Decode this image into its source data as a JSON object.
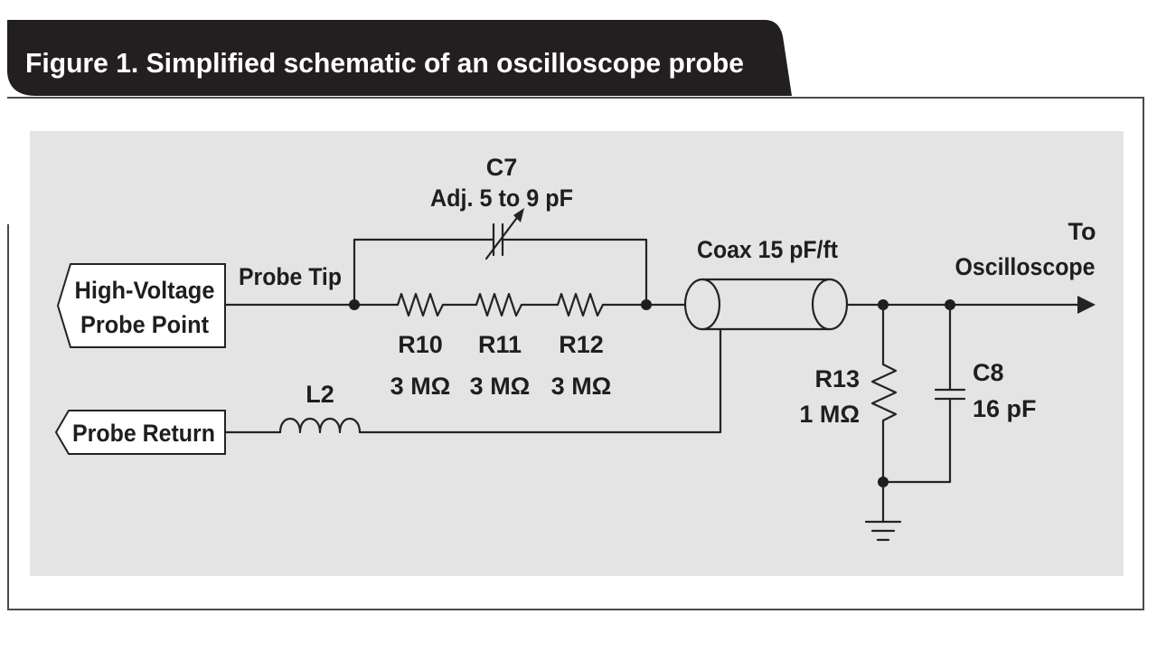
{
  "figure": {
    "title": "Figure 1. Simplified schematic of an oscilloscope probe"
  },
  "schematic": {
    "inputs": {
      "hv_line1": "High-Voltage",
      "hv_line2": "Probe Point",
      "return": "Probe Return"
    },
    "probe_tip": "Probe Tip",
    "c7": {
      "name": "C7",
      "value": "Adj. 5 to 9 pF"
    },
    "r10": {
      "name": "R10",
      "value": "3 MΩ"
    },
    "r11": {
      "name": "R11",
      "value": "3 MΩ"
    },
    "r12": {
      "name": "R12",
      "value": "3 MΩ"
    },
    "l2": {
      "name": "L2"
    },
    "coax": "Coax 15 pF/ft",
    "output_line1": "To",
    "output_line2": "Oscilloscope",
    "r13": {
      "name": "R13",
      "value": "1 MΩ"
    },
    "c8": {
      "name": "C8",
      "value": "16 pF"
    }
  },
  "colors": {
    "title_band": "#231f20",
    "panel": "#e4e4e4",
    "ink": "#232323"
  }
}
